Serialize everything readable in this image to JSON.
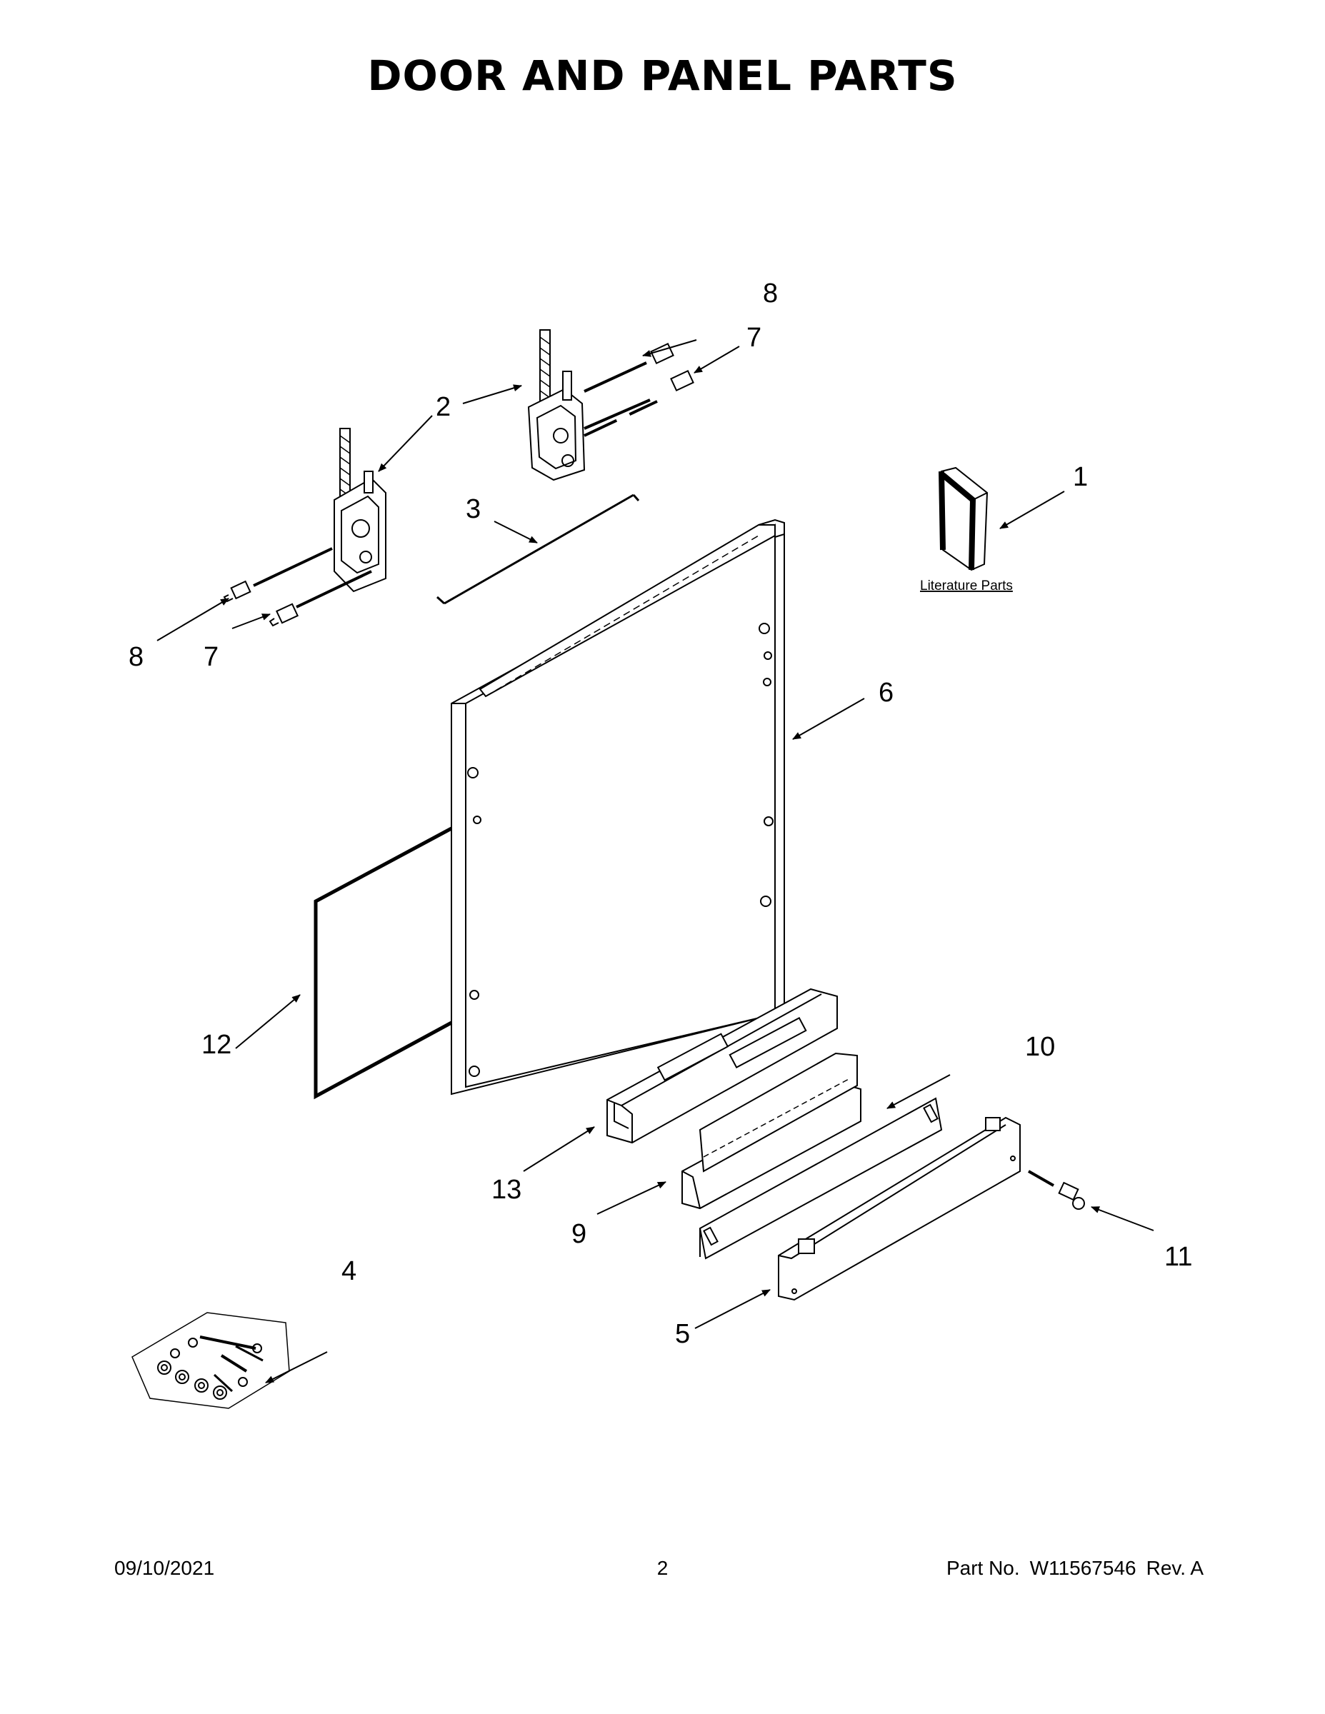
{
  "title": "DOOR AND PANEL PARTS",
  "literature_label": "Literature Parts",
  "callouts": {
    "c1": "1",
    "c2": "2",
    "c3": "3",
    "c4": "4",
    "c5": "5",
    "c6": "6",
    "c7a": "7",
    "c7b": "7",
    "c8a": "8",
    "c8b": "8",
    "c9": "9",
    "c10": "10",
    "c11": "11",
    "c12": "12",
    "c13": "13"
  },
  "footer": {
    "date": "09/10/2021",
    "page": "2",
    "part_label": "Part No.",
    "part_number": "W11567546",
    "revision": "Rev. A"
  }
}
